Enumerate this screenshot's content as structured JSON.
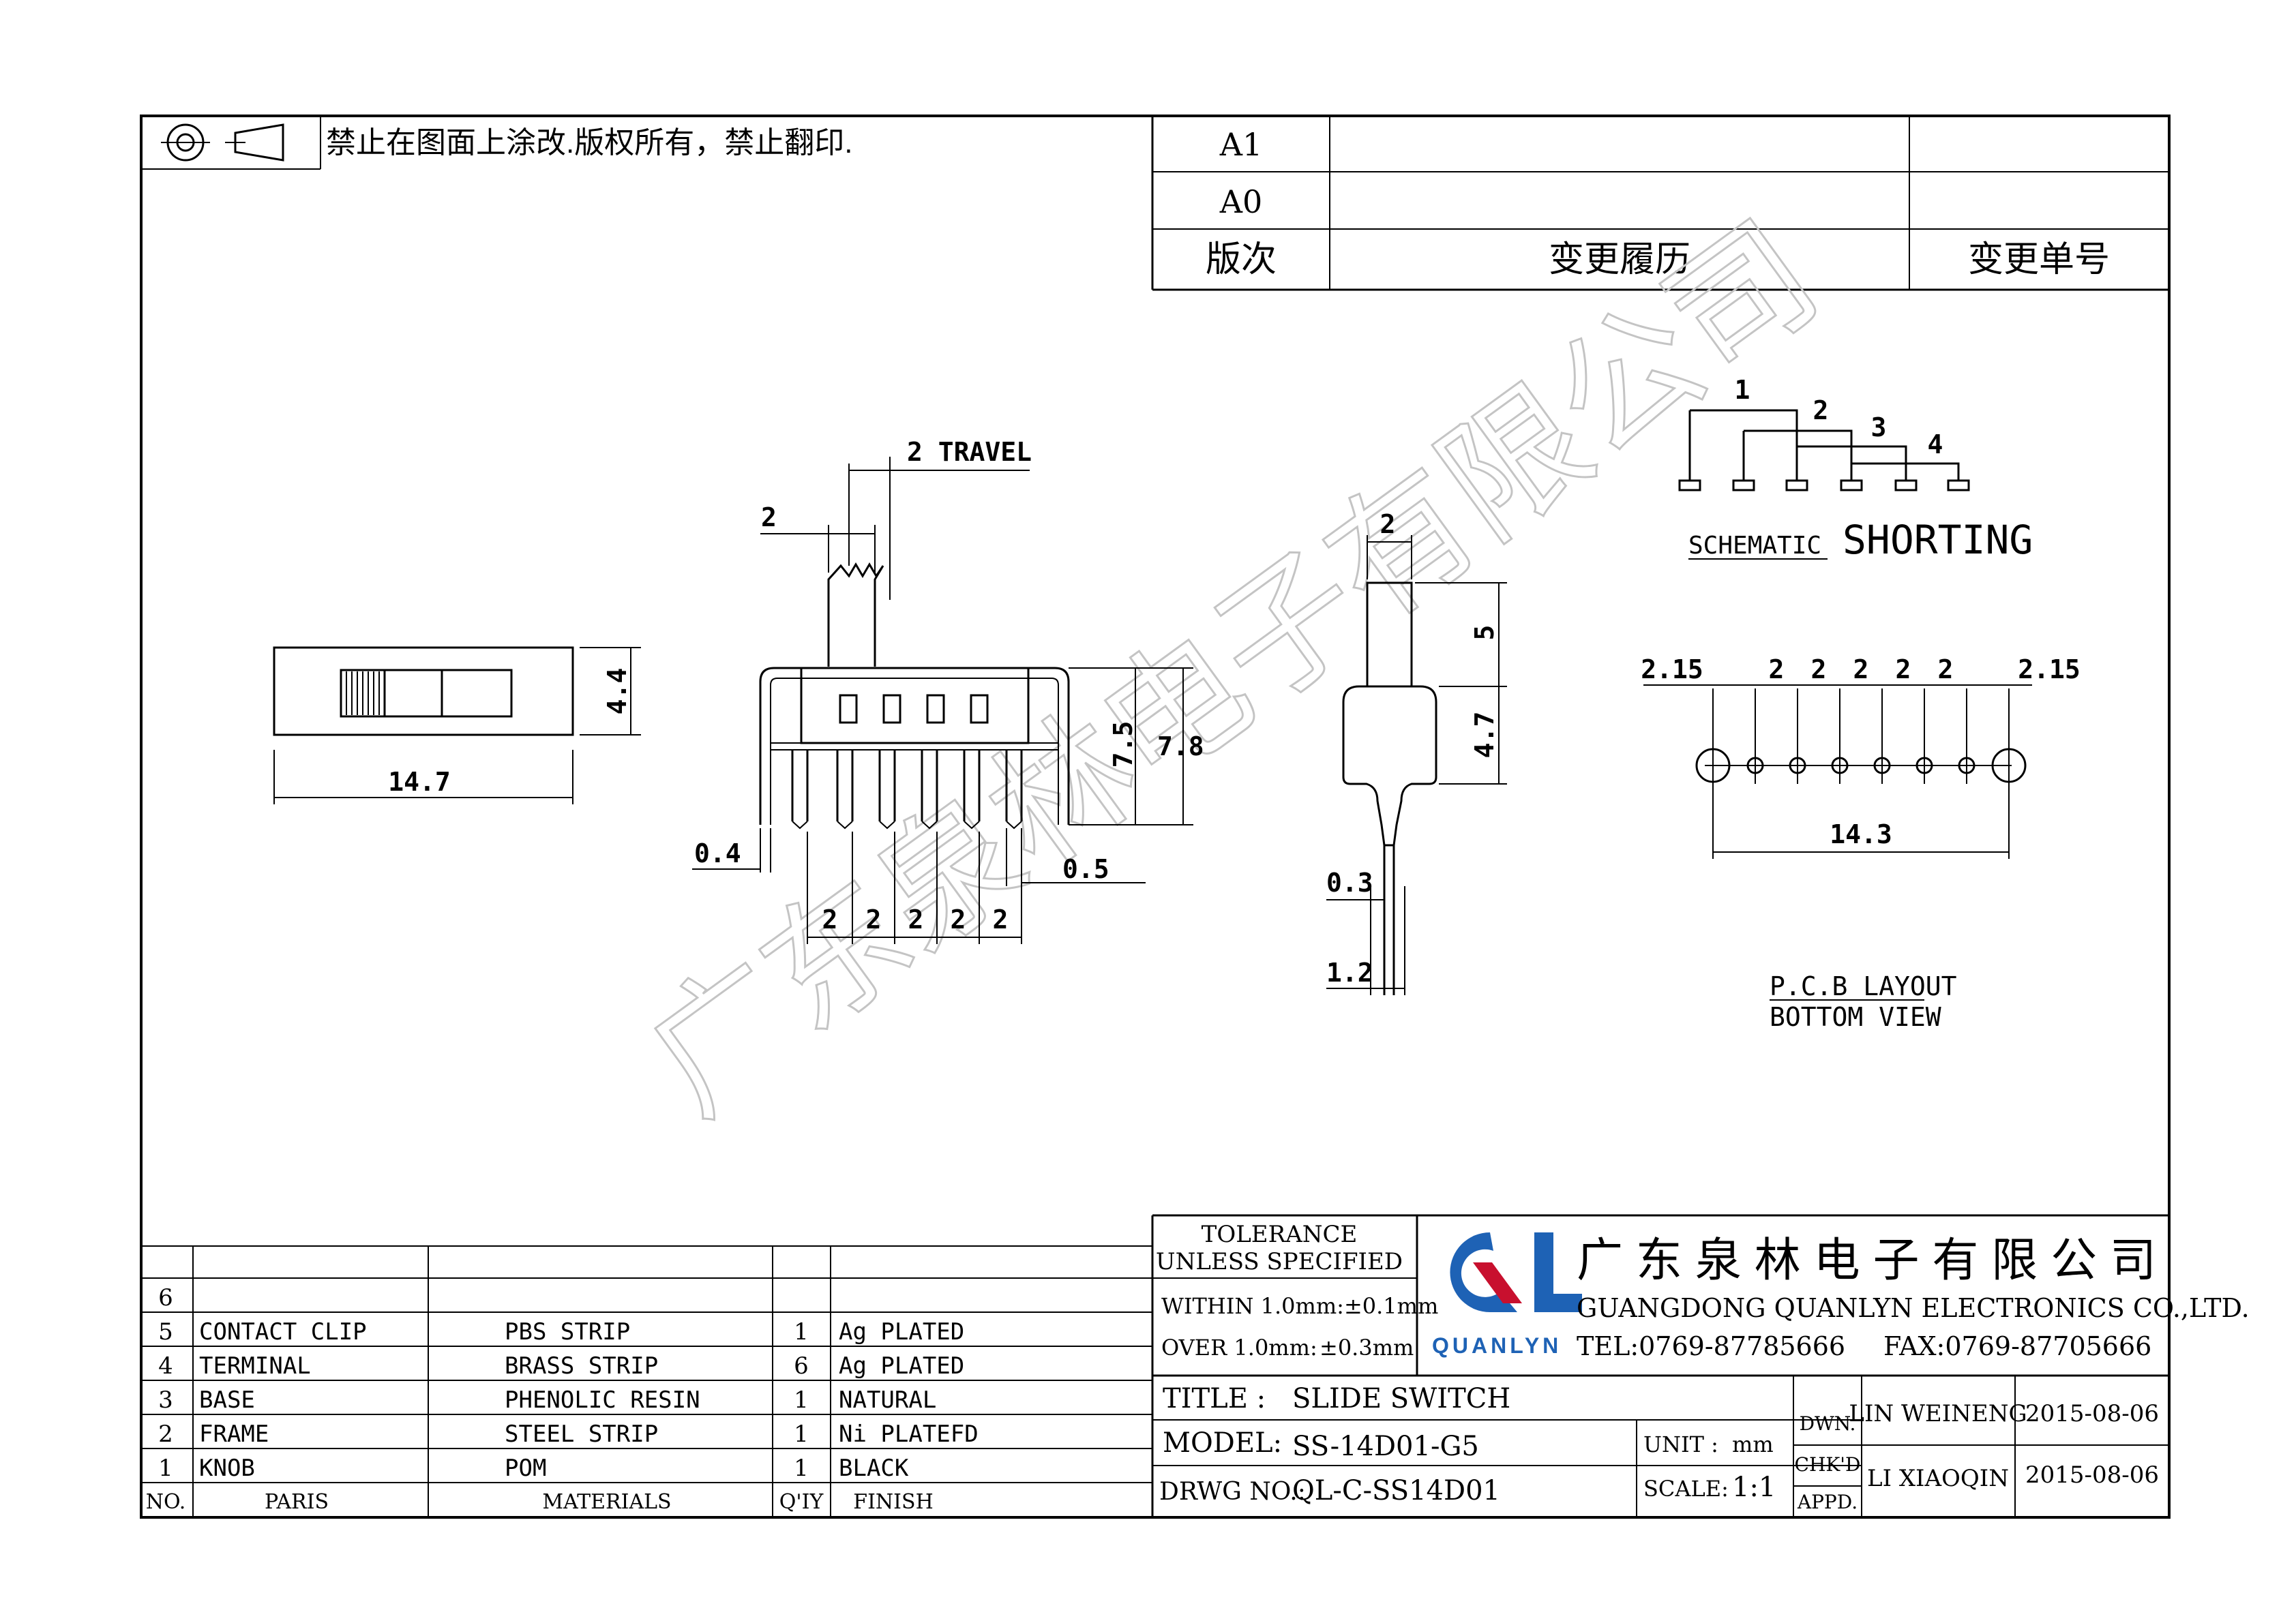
{
  "notice": "禁止在图面上涂改.版权所有，禁止翻印.",
  "revision": {
    "rows": [
      {
        "rev": "A1",
        "history": "",
        "number": ""
      },
      {
        "rev": "A0",
        "history": "",
        "number": ""
      }
    ],
    "header": {
      "rev": "版次",
      "history": "变更履历",
      "number": "变更单号"
    }
  },
  "drawing": {
    "travel_label": "2 TRAVEL",
    "dims": {
      "knob_w": "2",
      "body_h": "4.4",
      "body_w": "14.7",
      "h75": "7.5",
      "h78": "7.8",
      "pin_t": "0.4",
      "pin_w": "0.5",
      "pitch": [
        "2",
        "2",
        "2",
        "2",
        "2"
      ],
      "side_top": "2",
      "side_knob": "5",
      "side_body": "4.7",
      "side_pin": "0.3",
      "side_foot": "1.2",
      "pcb_edge_l": "2.15",
      "pcb_pitch": [
        "2",
        "2",
        "2",
        "2",
        "2"
      ],
      "pcb_edge_r": "2.15",
      "pcb_total": "14.3"
    },
    "schematic": {
      "pins": [
        "1",
        "2",
        "3",
        "4"
      ],
      "label_small": "SCHEMATIC",
      "label_big": "SHORTING"
    },
    "pcb_label": [
      "P.C.B LAYOUT",
      "BOTTOM VIEW"
    ],
    "watermark": "广东泉林电子有限公司"
  },
  "bom": {
    "rows": [
      {
        "no": "6",
        "part": "",
        "material": "",
        "qty": "",
        "finish": ""
      },
      {
        "no": "5",
        "part": "CONTACT CLIP",
        "material": "PBS STRIP",
        "qty": "1",
        "finish": "Ag PLATED"
      },
      {
        "no": "4",
        "part": "TERMINAL",
        "material": "BRASS STRIP",
        "qty": "6",
        "finish": "Ag PLATED"
      },
      {
        "no": "3",
        "part": "BASE",
        "material": "PHENOLIC RESIN",
        "qty": "1",
        "finish": "NATURAL"
      },
      {
        "no": "2",
        "part": "FRAME",
        "material": "STEEL STRIP",
        "qty": "1",
        "finish": "Ni PLATEFD"
      },
      {
        "no": "1",
        "part": "KNOB",
        "material": "POM",
        "qty": "1",
        "finish": "BLACK"
      }
    ],
    "header": {
      "no": "NO.",
      "part": "PARIS",
      "material": "MATERIALS",
      "qty": "Q'IY",
      "finish": "FINISH"
    }
  },
  "tolerance": {
    "title1": "TOLERANCE",
    "title2": "UNLESS SPECIFIED",
    "within": "WITHIN 1.0mm:±0.1mm",
    "over_label": "OVER 1.0mm:",
    "over_val": "±0.3mm"
  },
  "company": {
    "logo": "QL",
    "logo_text": "QUANLYN",
    "brand_color": "#1e62b5",
    "accent_color": "#c8102e",
    "name_cn": "广 东 泉 林 电 子 有 限 公 司",
    "name_en": "GUANGDONG QUANLYN ELECTRONICS CO.,LTD.",
    "tel": "TEL:0769-87785666",
    "fax": "FAX:0769-87705666"
  },
  "title_block": {
    "title_label": "TITLE :",
    "title_value": "SLIDE SWITCH",
    "model_label": "MODEL:",
    "model_value": "SS-14D01-G5",
    "drwg_label": "DRWG NO.:",
    "drwg_value": "QL-C-SS14D01",
    "unit_label": "UNIT :",
    "unit_value": "mm",
    "scale_label": "SCALE:",
    "scale_value": "1:1",
    "dwn_label": "DWN.",
    "dwn_name": "LIN WEINENG",
    "dwn_date": "2015-08-06",
    "chk_label": "CHK'D",
    "chk_name": "LI XIAOQIN",
    "chk_date": "2015-08-06",
    "appd_label": "APPD."
  }
}
